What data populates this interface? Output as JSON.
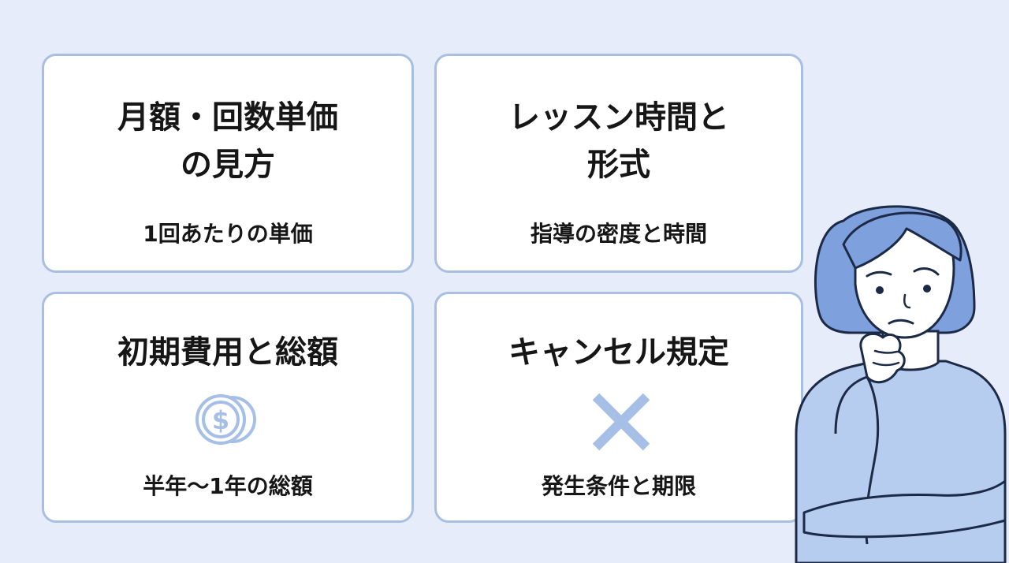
{
  "cards": [
    {
      "title": "月額・回数単価\nの見方",
      "subtitle": "1回あたりの単価",
      "icon": ""
    },
    {
      "title": "レッスン時間と\n形式",
      "subtitle": "指導の密度と時間",
      "icon": ""
    },
    {
      "title": "初期費用と総額",
      "subtitle": "半年〜1年の総額",
      "icon": "dollar-coin-icon"
    },
    {
      "title": "キャンセル規定",
      "subtitle": "発生条件と期限",
      "icon": "cross-icon"
    }
  ],
  "colors": {
    "background": "#e6ecf9",
    "card_border": "#a9bfe2",
    "accent_blue": "#a6bfe6",
    "text": "#161616",
    "person_hair": "#7ea0dc",
    "person_sweater": "#b7cdf0",
    "outline": "#1c2a47"
  },
  "illustration": {
    "icon": "thinking-woman-icon"
  }
}
